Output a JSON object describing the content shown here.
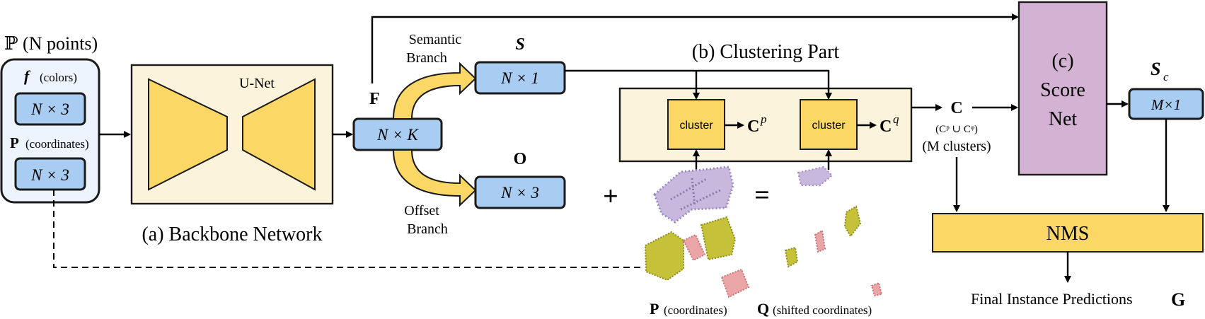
{
  "input": {
    "title": "ℙ (N points)",
    "f_symbol": "f",
    "f_label": "(colors)",
    "f_dim": "N × 3",
    "p_symbol": "P",
    "p_label": "(coordinates)",
    "p_dim": "N × 3"
  },
  "backbone": {
    "unet_label": "U-Net",
    "caption": "(a) Backbone Network"
  },
  "features": {
    "symbol": "F",
    "dim": "N × K"
  },
  "branches": {
    "semantic_label_1": "Semantic",
    "semantic_label_2": "Branch",
    "semantic_symbol": "S",
    "semantic_dim": "N × 1",
    "offset_label_1": "Offset",
    "offset_label_2": "Branch",
    "offset_symbol": "O",
    "offset_dim": "N × 3"
  },
  "clustering": {
    "title": "(b) Clustering Part",
    "cluster_1_label": "cluster",
    "cluster_1_out": "C",
    "cluster_1_sup": "p",
    "cluster_2_label": "cluster",
    "cluster_2_out": "C",
    "cluster_2_sup": "q",
    "output_symbol": "C",
    "output_union": "(Cᵖ ∪ Cᵠ)",
    "output_count": "(M clusters)",
    "plus_sign": "+",
    "equals_sign": "=",
    "p_caption_symbol": "P",
    "p_caption_text": "(coordinates)",
    "q_caption_symbol": "Q",
    "q_caption_text": "(shifted coordinates)"
  },
  "scorenet": {
    "line1": "(c)",
    "line2": "Score",
    "line3": "Net",
    "symbol": "S",
    "symbol_sub": "c",
    "dim": "M×1"
  },
  "nms": {
    "label": "NMS",
    "final_text": "Final Instance Predictions",
    "final_symbol": "G"
  },
  "colors": {
    "blue_box": "#a9cdf2",
    "yellow_box": "#fbd766",
    "cream_panel": "#fbf3dc",
    "input_panel": "#edf4fd",
    "scorenet": "#d4b2d3",
    "cloud_purple": "#b7a6cf",
    "cloud_olive": "#b8b42a",
    "cloud_pink": "#e49a9a"
  }
}
